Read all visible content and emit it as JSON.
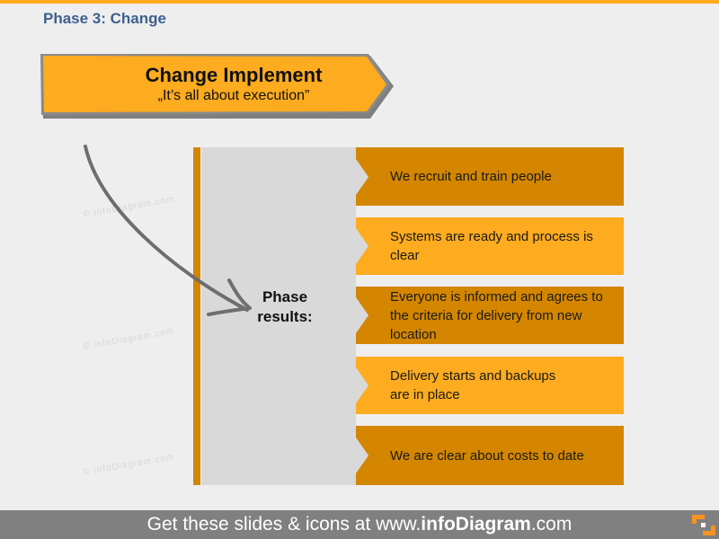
{
  "header": {
    "title": "Phase 3: Change",
    "accent_color": "#fdab1f",
    "title_color": "#3d5f8c"
  },
  "banner": {
    "title": "Change Implement",
    "subtitle": "„It’s all about execution”",
    "fill_color": "#fdab1f",
    "border_color": "#808080"
  },
  "phase_results": {
    "label_line1": "Phase",
    "label_line2": "results:",
    "items": [
      {
        "text": "We recruit and train people",
        "color": "#d48600"
      },
      {
        "text": "Systems are ready and process is clear",
        "color": "#fdab1f"
      },
      {
        "text": "Everyone is informed and agrees to the criteria for delivery from new location",
        "color": "#d48600"
      },
      {
        "text": "Delivery starts and backups are in place",
        "color": "#fdab1f"
      },
      {
        "text": "We are clear about costs to date",
        "color": "#d48600"
      }
    ]
  },
  "watermarks": [
    "© infoDiagram.com",
    "© infoDiagram.com",
    "© infoDiagram.com"
  ],
  "footer": {
    "text_prefix": "Get these slides & icons at www.",
    "text_brand": "infoDiagram",
    "text_suffix": ".com",
    "logo_icon": "infodiagram-logo-icon"
  }
}
